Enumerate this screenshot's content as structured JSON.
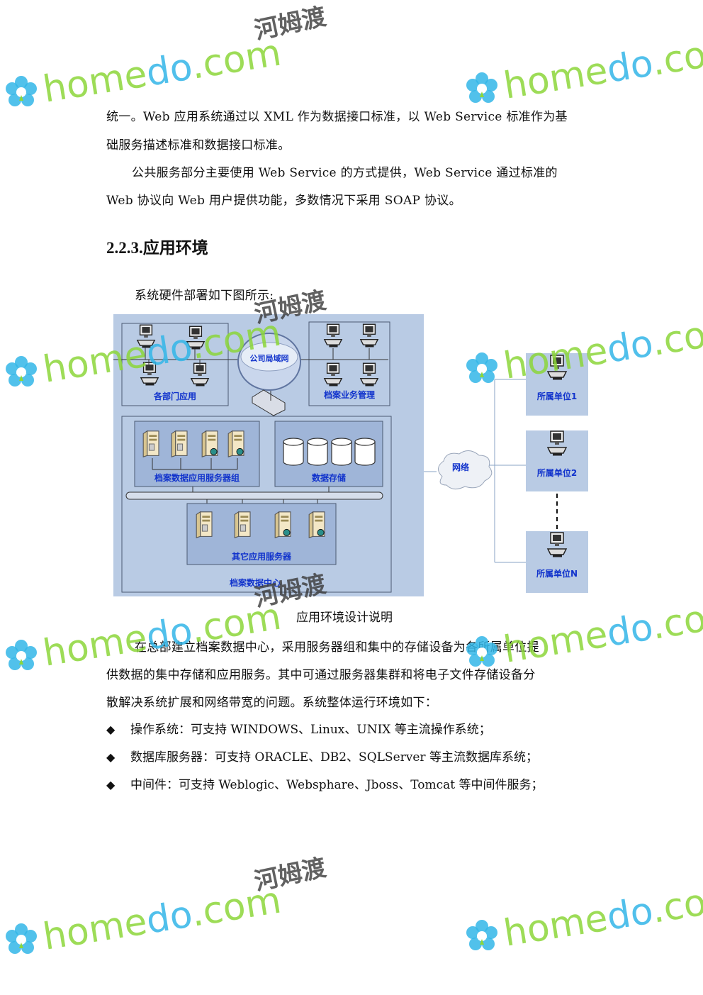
{
  "watermark": {
    "brand": "homedo.com",
    "cn": "河姆渡",
    "color_green": "#8CD63A",
    "color_blue": "#33B6E8"
  },
  "paragraphs": {
    "p1": "统一。Web 应用系统通过以 XML 作为数据接口标准，以 Web Service 标准作为基",
    "p2": "础服务描述标准和数据接口标准。",
    "p3": "公共服务部分主要使用 Web Service 的方式提供，Web Service 通过标准的",
    "p4": "Web 协议向 Web 用户提供功能，多数情况下采用 SOAP 协议。"
  },
  "section": {
    "number": "2.2.3.",
    "title": "应用环境"
  },
  "intro": "系统硬件部署如下图所示:",
  "diagram": {
    "lan": "公司局域网",
    "dept_apps": "各部门应用",
    "archive_mgmt": "档案业务管理",
    "app_server_group": "档案数据应用服务器组",
    "data_storage": "数据存储",
    "other_servers": "其它应用服务器",
    "data_center": "档案数据中心",
    "network": "网络",
    "unit1": "所属单位1",
    "unit2": "所属单位2",
    "unitN": "所属单位N"
  },
  "caption": "应用环境设计说明",
  "body": {
    "p5": "在总部建立档案数据中心，采用服务器组和集中的存储设备为各所属单位提",
    "p6": "供数据的集中存储和应用服务。其中可通过服务器集群和将电子文件存储设备分",
    "p7": "散解决系统扩展和网络带宽的问题。系统整体运行环境如下："
  },
  "bullets": [
    "操作系统：可支持 WINDOWS、Linux、UNIX 等主流操作系统；",
    "数据库服务器：可支持 ORACLE、DB2、SQLServer 等主流数据库系统；",
    "中间件：可支持 Weblogic、Websphare、Jboss、Tomcat 等中间件服务；"
  ],
  "bullet_symbol": "◆"
}
